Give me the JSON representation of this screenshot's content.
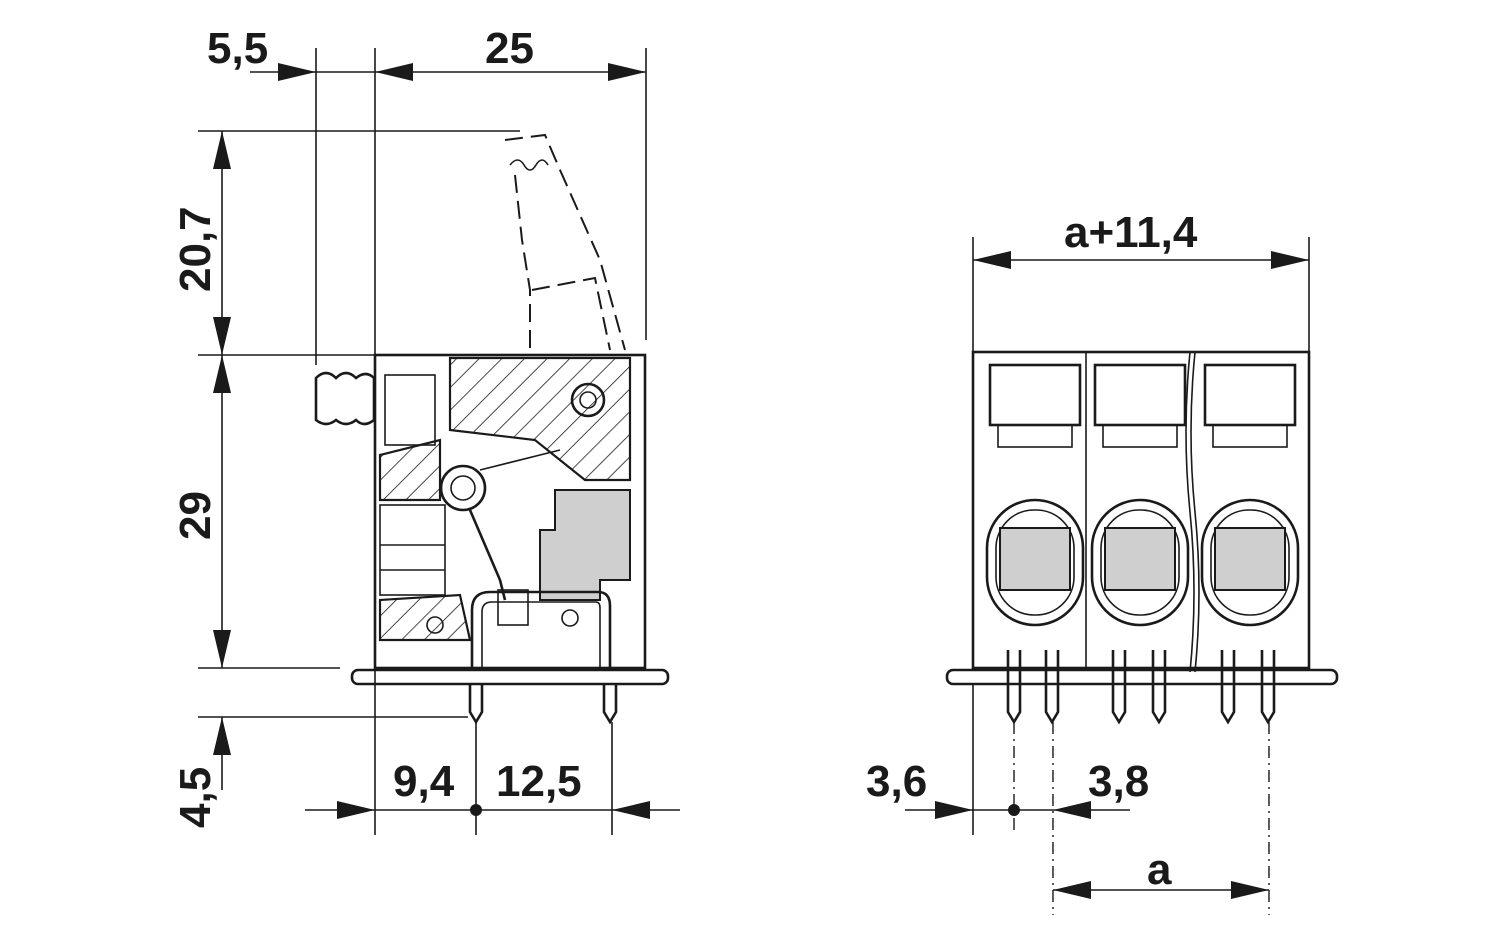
{
  "side_view": {
    "dim_top_left": "5,5",
    "dim_top_width": "25",
    "dim_lever_height": "20,7",
    "dim_body_height": "29",
    "dim_pin_length": "4,5",
    "dim_pin_offset": "9,4",
    "dim_pin_pitch": "12,5"
  },
  "front_view": {
    "dim_overall_width": "a+11,4",
    "dim_left_offset": "3,6",
    "dim_pin_spacing": "3,8",
    "dim_pitch": "a"
  },
  "colors": {
    "line": "#1a1a1a",
    "fill_gray": "#cfcfcf",
    "background": "#ffffff"
  }
}
